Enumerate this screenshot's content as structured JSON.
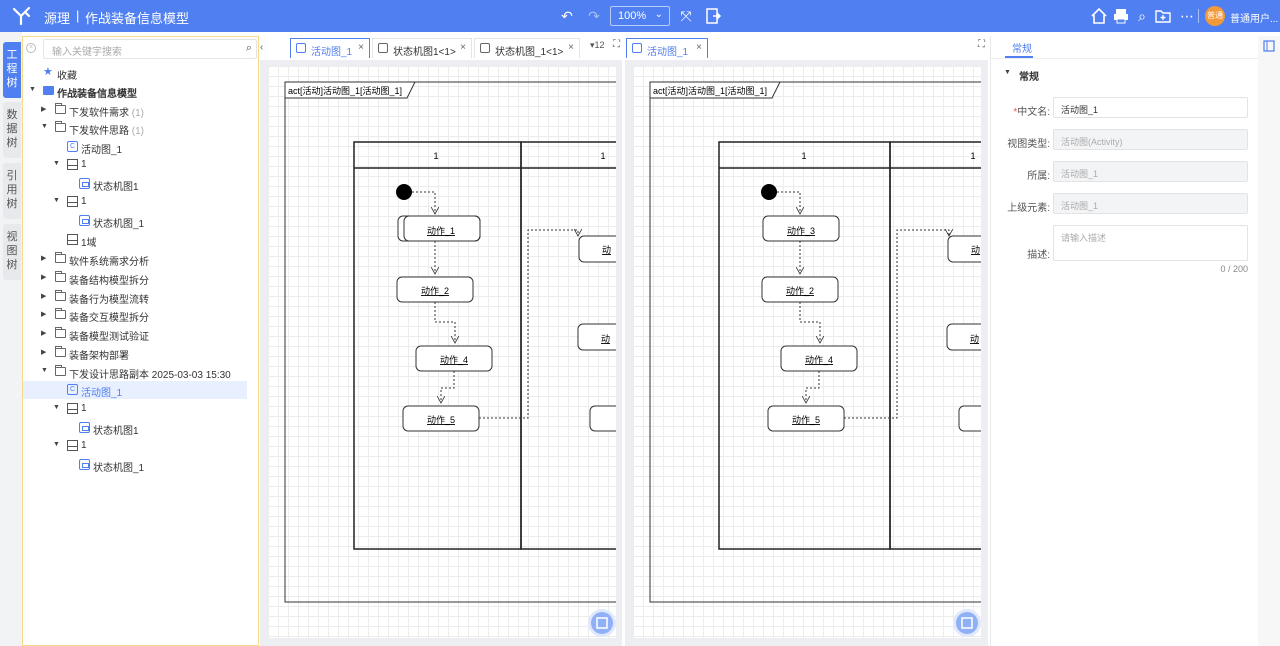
{
  "header": {
    "app_name": "源理",
    "separator": "|",
    "model_name": "作战装备信息模型",
    "zoom_value": "100%",
    "avatar_text": "普通",
    "user_name": "普通用户..."
  },
  "vertical_tabs": [
    {
      "label": "工程树"
    },
    {
      "label": "数据树"
    },
    {
      "label": "引用树"
    },
    {
      "label": "视图树"
    }
  ],
  "tree": {
    "search_placeholder": "输入关键字搜索",
    "favorites": "收藏",
    "root": "作战装备信息模型",
    "items": [
      {
        "label": "下发软件需求",
        "count": "(1)"
      },
      {
        "label": "下发软件思路",
        "count": "(1)"
      },
      {
        "label": "活动图_1"
      },
      {
        "label": "1"
      },
      {
        "label": "状态机图1"
      },
      {
        "label": "1"
      },
      {
        "label": "状态机图_1"
      },
      {
        "label": "1域"
      },
      {
        "label": "软件系统需求分析"
      },
      {
        "label": "装备结构模型拆分"
      },
      {
        "label": "装备行为模型流转"
      },
      {
        "label": "装备交互模型拆分"
      },
      {
        "label": "装备模型测试验证"
      },
      {
        "label": "装备架构部署"
      },
      {
        "label": "下发设计思路副本 2025-03-03 15:30"
      },
      {
        "label": "活动图_1"
      },
      {
        "label": "1"
      },
      {
        "label": "状态机图1"
      },
      {
        "label": "1"
      },
      {
        "label": "状态机图_1"
      }
    ]
  },
  "tabs": {
    "left": [
      {
        "label": "活动图_1"
      },
      {
        "label": "状态机图1<1>"
      },
      {
        "label": "状态机图_1<1>"
      }
    ],
    "overflow_count": "▾12",
    "right": [
      {
        "label": "活动图_1"
      }
    ]
  },
  "diagram_left": {
    "frame_label": "act[活动]活动图_1[活动图_1]",
    "lane_headers": [
      "1",
      "1"
    ],
    "actions": [
      "动作_1",
      "动作_2",
      "动作_4",
      "动作_5"
    ],
    "partial_labels": [
      "动",
      "动"
    ]
  },
  "diagram_right": {
    "frame_label": "act[活动]活动图_1[活动图_1]",
    "lane_headers": [
      "1",
      "1"
    ],
    "actions": [
      "动作_3",
      "动作_2",
      "动作_4",
      "动作_5"
    ],
    "partial_labels": [
      "动",
      "动"
    ]
  },
  "properties": {
    "tab": "常规",
    "section": "常规",
    "fields": [
      {
        "label": "中文名:",
        "value": "活动图_1",
        "required_mark": "*"
      },
      {
        "label": "视图类型:",
        "value": "活动图(Activity)"
      },
      {
        "label": "所属:",
        "value": "活动图_1"
      },
      {
        "label": "上级元素:",
        "value": "活动图_1"
      },
      {
        "label": "描述:",
        "placeholder": "请输入描述"
      }
    ],
    "char_count": "0 / 200"
  },
  "colors": {
    "accent": "#4f7ff0",
    "tree_border": "#f7d98a",
    "avatar": "#f29a3a"
  }
}
